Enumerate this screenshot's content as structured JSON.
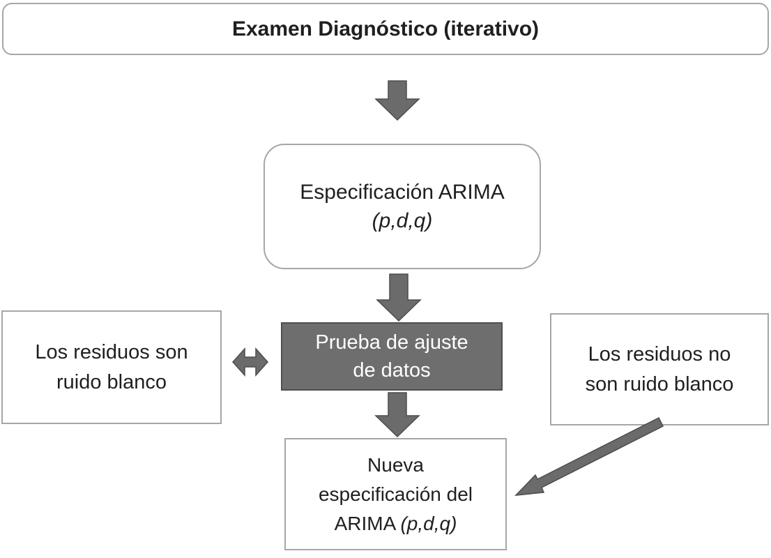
{
  "diagram": {
    "title": "Examen Diagnóstico (iterativo)",
    "nodes": {
      "spec": {
        "line1": "Especificación ARIMA",
        "line2": "(p,d,q)"
      },
      "test": {
        "line1": "Prueba de ajuste",
        "line2": "de datos"
      },
      "residuals_white": {
        "line1": "Los residuos son",
        "line2": "ruido blanco"
      },
      "residuals_not_white": {
        "line1": "Los residuos no",
        "line2": "son ruido blanco"
      },
      "new_spec": {
        "line1": "Nueva",
        "line2": "especificación del",
        "line3_plain": "ARIMA ",
        "line3_italic": "(p,d,q)"
      }
    },
    "icons": {
      "down_arrow": "arrow-down",
      "double_arrow": "arrow-left-right",
      "diagonal_arrow": "arrow-down-left"
    },
    "colors": {
      "background": "#ffffff",
      "node_border_light": "#a6a6a6",
      "node_fill_dark": "#6e6e6e",
      "node_border_dark": "#4f4f4f",
      "arrow_fill": "#6b6b6b",
      "text_dark": "#1f1f1f",
      "text_on_dark": "#ffffff"
    }
  }
}
